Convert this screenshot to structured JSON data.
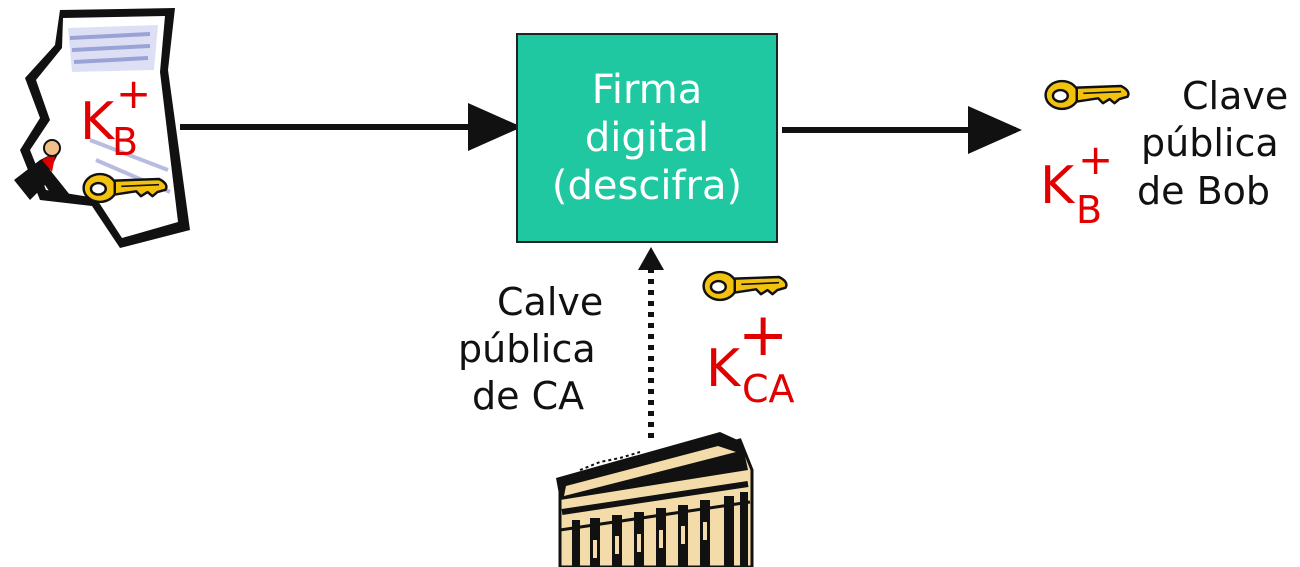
{
  "process_box": {
    "line1": "Firma",
    "line2": "digital",
    "line3": "(descifra)",
    "fill": "#1fc8a0"
  },
  "output_label": {
    "line1": "Clave",
    "line2": "pública",
    "line3": "de Bob"
  },
  "ca_label": {
    "line1": "Calve",
    "line2": "pública",
    "line3": "de CA"
  },
  "key_bob": {
    "base": "K",
    "sub": "B",
    "sup": "+"
  },
  "key_ca": {
    "base": "K",
    "sub": "CA",
    "sup": "+"
  },
  "colors": {
    "key_text": "#e00000",
    "key_icon": "#f3c20e"
  },
  "icons": {
    "certificate": "certificate-document-icon",
    "key": "key-icon",
    "building": "ca-building-icon"
  }
}
